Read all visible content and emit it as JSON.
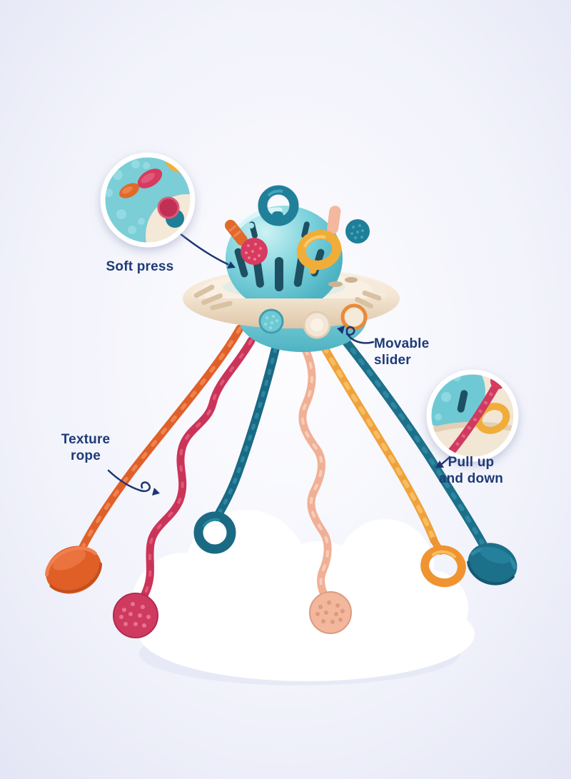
{
  "labels": {
    "soft_press": "Soft press",
    "movable_slider": "Movable slider",
    "texture_rope": "Texture rope",
    "pull_up_down": "Pull up and down"
  },
  "palette": {
    "label_text": "#1e3a78",
    "background_edge": "#e2e4f4",
    "background_center": "#fdfdff",
    "saucer_cream": "#f2e3cf",
    "dome_teal": "#66c8d4",
    "slot_dark": "#1d5063",
    "loop_teal": "#20809a",
    "ring_yellow": "#f1ad3a",
    "ball_red": "#d73b5f",
    "cone_orange": "#e06a2c",
    "knob_peach": "#f3b89e",
    "string_orange": "#e0602a",
    "string_red": "#cb3459",
    "string_teal": "#1a6a84",
    "string_peach": "#f0b096",
    "string_yellow": "#efa23b",
    "string_dark_teal": "#1c7089",
    "cloud_white": "#ffffff"
  }
}
